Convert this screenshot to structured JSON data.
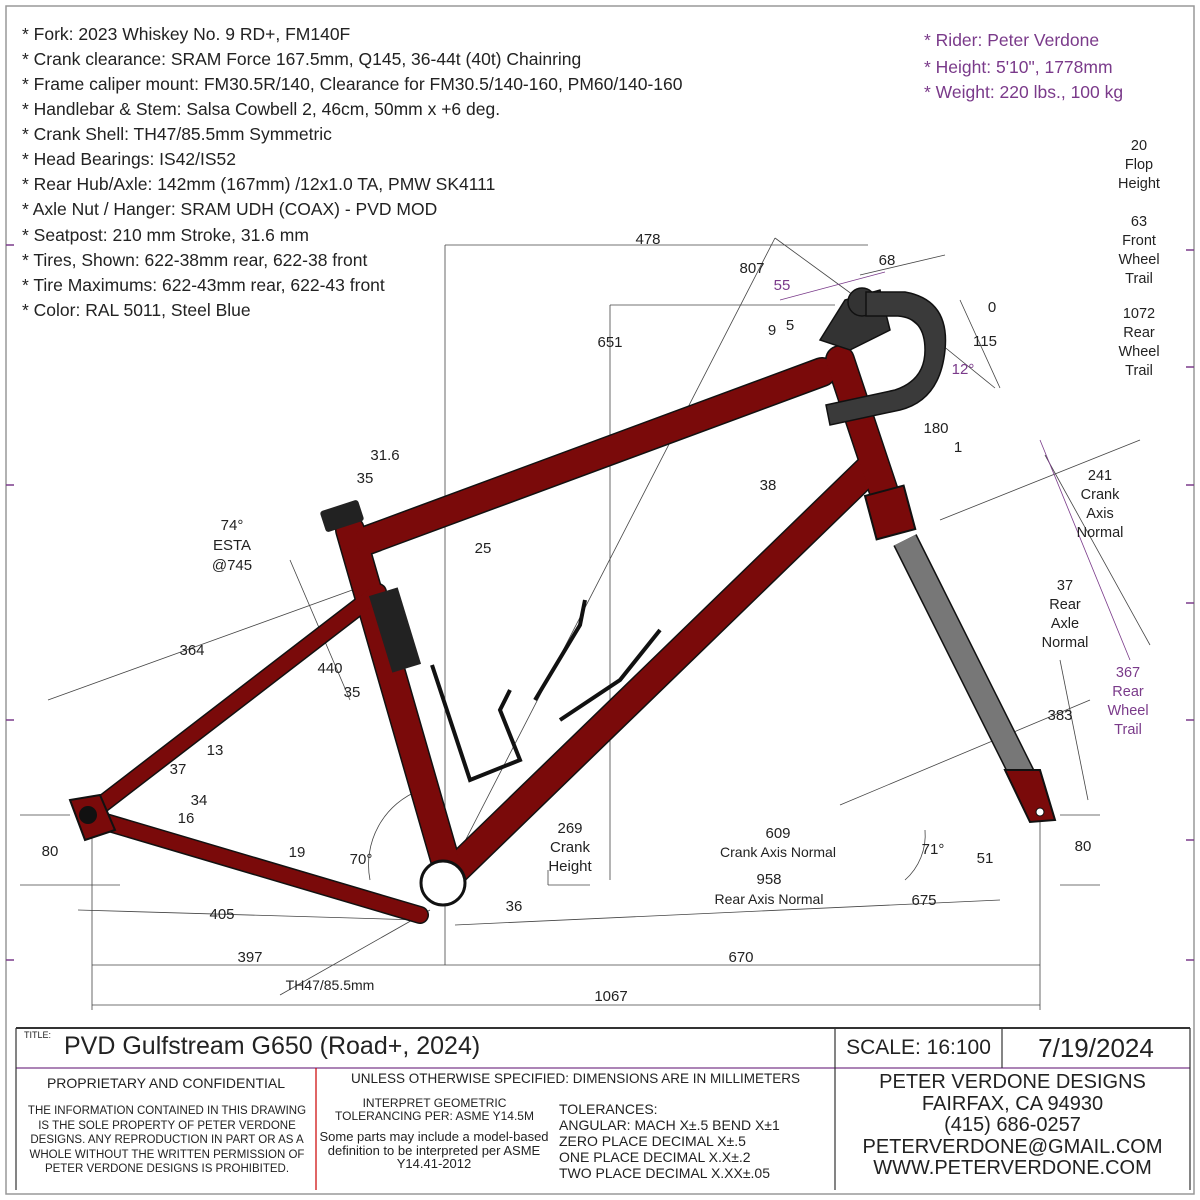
{
  "specs": [
    "* Fork: 2023 Whiskey No. 9 RD+, FM140F",
    "* Crank clearance: SRAM Force 167.5mm, Q145, 36-44t (40t) Chainring",
    "* Frame caliper mount: FM30.5R/140, Clearance for FM30.5/140-160, PM60/140-160",
    "* Handlebar & Stem: Salsa Cowbell 2, 46cm,  50mm x +6 deg.",
    "* Crank Shell: TH47/85.5mm Symmetric",
    "* Head Bearings: IS42/IS52",
    "* Rear Hub/Axle: 142mm (167mm) /12x1.0 TA, PMW SK4111",
    "* Axle Nut / Hanger: SRAM UDH (COAX) - PVD MOD",
    "* Seatpost: 210 mm Stroke, 31.6 mm",
    "* Tires, Shown: 622-38mm rear, 622-38 front",
    "* Tire Maximums: 622-43mm rear, 622-43 front",
    "* Color: RAL 5011, Steel Blue"
  ],
  "rider": [
    "* Rider: Peter Verdone",
    "* Height: 5'10\", 1778mm",
    "* Weight: 220 lbs., 100 kg"
  ],
  "right_notes": {
    "flop": [
      "20",
      "Flop",
      "Height"
    ],
    "front_trail": [
      "63",
      "Front",
      "Wheel",
      "Trail"
    ],
    "rear_trail": [
      "1072",
      "Rear",
      "Wheel",
      "Trail"
    ],
    "crank_axis": [
      "241",
      "Crank",
      "Axis",
      "Normal"
    ],
    "rear_axle": [
      "37",
      "Rear",
      "Axle",
      "Normal"
    ],
    "rear_wheel_trail": [
      "367",
      "Rear",
      "Wheel",
      "Trail"
    ]
  },
  "dims": {
    "reach": "478",
    "d807": "807",
    "d55": "55",
    "d68": "68",
    "d0": "0",
    "d9": "9",
    "d5": "5",
    "d115": "115",
    "stack": "651",
    "a12": "12°",
    "d180": "180",
    "d1": "1",
    "seatpost": "31.6",
    "d35a": "35",
    "d38": "38",
    "d25": "25",
    "esta": [
      "74°",
      "ESTA",
      "@745"
    ],
    "d364": "364",
    "d440": "440",
    "d35b": "35",
    "d13": "13",
    "d37": "37",
    "d34": "34",
    "d16": "16",
    "d80a": "80",
    "d19": "19",
    "a70": "70°",
    "crank_height": [
      "269",
      "Crank",
      "Height"
    ],
    "d609": "609",
    "crank_axis_normal": "Crank Axis Normal",
    "d958": "958",
    "rear_axis_normal": "Rear Axis Normal",
    "d675": "675",
    "a71": "71°",
    "d51": "51",
    "d80b": "80",
    "d405": "405",
    "d36": "36",
    "d397": "397",
    "d670": "670",
    "shell": "TH47/85.5mm",
    "wheelbase": "1067",
    "d383": "383"
  },
  "title_block": {
    "title_label": "TITLE:",
    "title": "PVD Gulfstream G650  (Road+, 2024)",
    "scale": "SCALE: 16:100",
    "date": "7/19/2024",
    "proprietary_heading": "PROPRIETARY AND CONFIDENTIAL",
    "proprietary_text": "THE INFORMATION CONTAINED IN THIS DRAWING IS THE SOLE PROPERTY OF PETER VERDONE DESIGNS.  ANY  REPRODUCTION IN PART OR AS A WHOLE WITHOUT THE WRITTEN PERMISSION OF PETER VERDONE DESIGNS IS PROHIBITED.",
    "units": "UNLESS OTHERWISE SPECIFIED: DIMENSIONS ARE IN MILLIMETERS",
    "gdt": "INTERPRET GEOMETRIC TOLERANCING PER: ASME Y14.5M",
    "mbd": "Some parts may include a model-based definition to be interpreted per ASME Y14.41-2012",
    "tolerances": [
      "TOLERANCES:",
      "ANGULAR: MACH X±.5   BEND X±1",
      "ZERO PLACE DECIMAL   X±.5",
      "ONE PLACE DECIMAL    X.X±.2",
      "TWO PLACE DECIMAL   X.XX±.05"
    ],
    "company": [
      "PETER VERDONE DESIGNS",
      "FAIRFAX, CA 94930",
      "(415) 686-0257",
      "PETERVERDONE@GMAIL.COM",
      "WWW.PETERVERDONE.COM"
    ]
  },
  "colors": {
    "frame": "#7a0a0a",
    "annotation": "#7a3a8a",
    "parts": "#3a3a3a"
  }
}
